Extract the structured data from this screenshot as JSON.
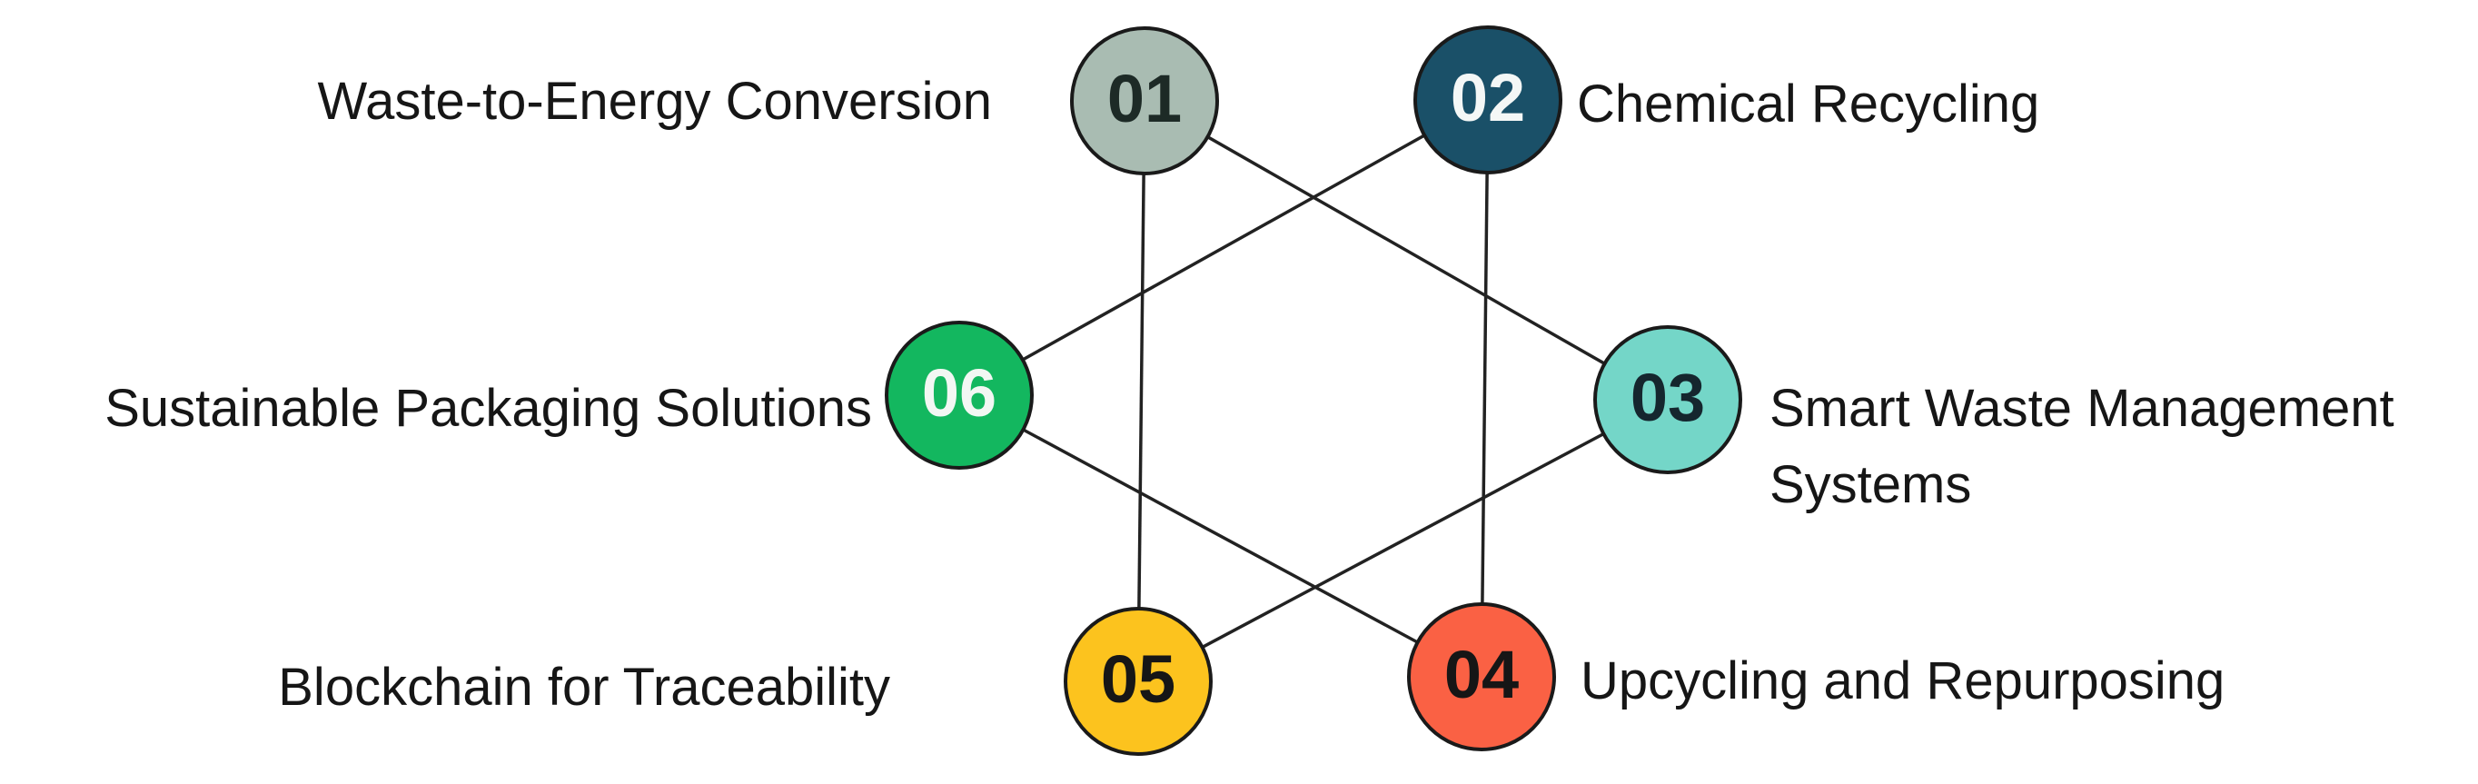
{
  "diagram": {
    "type": "hexagram-network-infographic",
    "background_color": "#ffffff",
    "line_color": "#222222",
    "outline_color": "#1a1a1a",
    "nodes": [
      {
        "id": "01",
        "number": "01",
        "label": "Waste-to-Energy Conversion",
        "circle_color": "#a9bcb2",
        "number_color": "#1d2a26",
        "label_side": "left"
      },
      {
        "id": "02",
        "number": "02",
        "label": "Chemical Recycling",
        "circle_color": "#1a5068",
        "number_color": "#f4f7f6",
        "label_side": "right"
      },
      {
        "id": "03",
        "number": "03",
        "label": "Smart Waste Management Systems",
        "circle_color": "#74d6c8",
        "number_color": "#15262e",
        "label_side": "right"
      },
      {
        "id": "04",
        "number": "04",
        "label": "Upcycling and Repurposing",
        "circle_color": "#fa6144",
        "number_color": "#161616",
        "label_side": "right"
      },
      {
        "id": "05",
        "number": "05",
        "label": "Blockchain for Traceability",
        "circle_color": "#fcc31e",
        "number_color": "#161616",
        "label_side": "left"
      },
      {
        "id": "06",
        "number": "06",
        "label": "Sustainable Packaging Solutions",
        "circle_color": "#13b75f",
        "number_color": "#f2f7f3",
        "label_side": "left"
      }
    ],
    "connections": [
      [
        "01",
        "03"
      ],
      [
        "03",
        "05"
      ],
      [
        "05",
        "01"
      ],
      [
        "02",
        "06"
      ],
      [
        "06",
        "04"
      ],
      [
        "04",
        "02"
      ]
    ]
  }
}
